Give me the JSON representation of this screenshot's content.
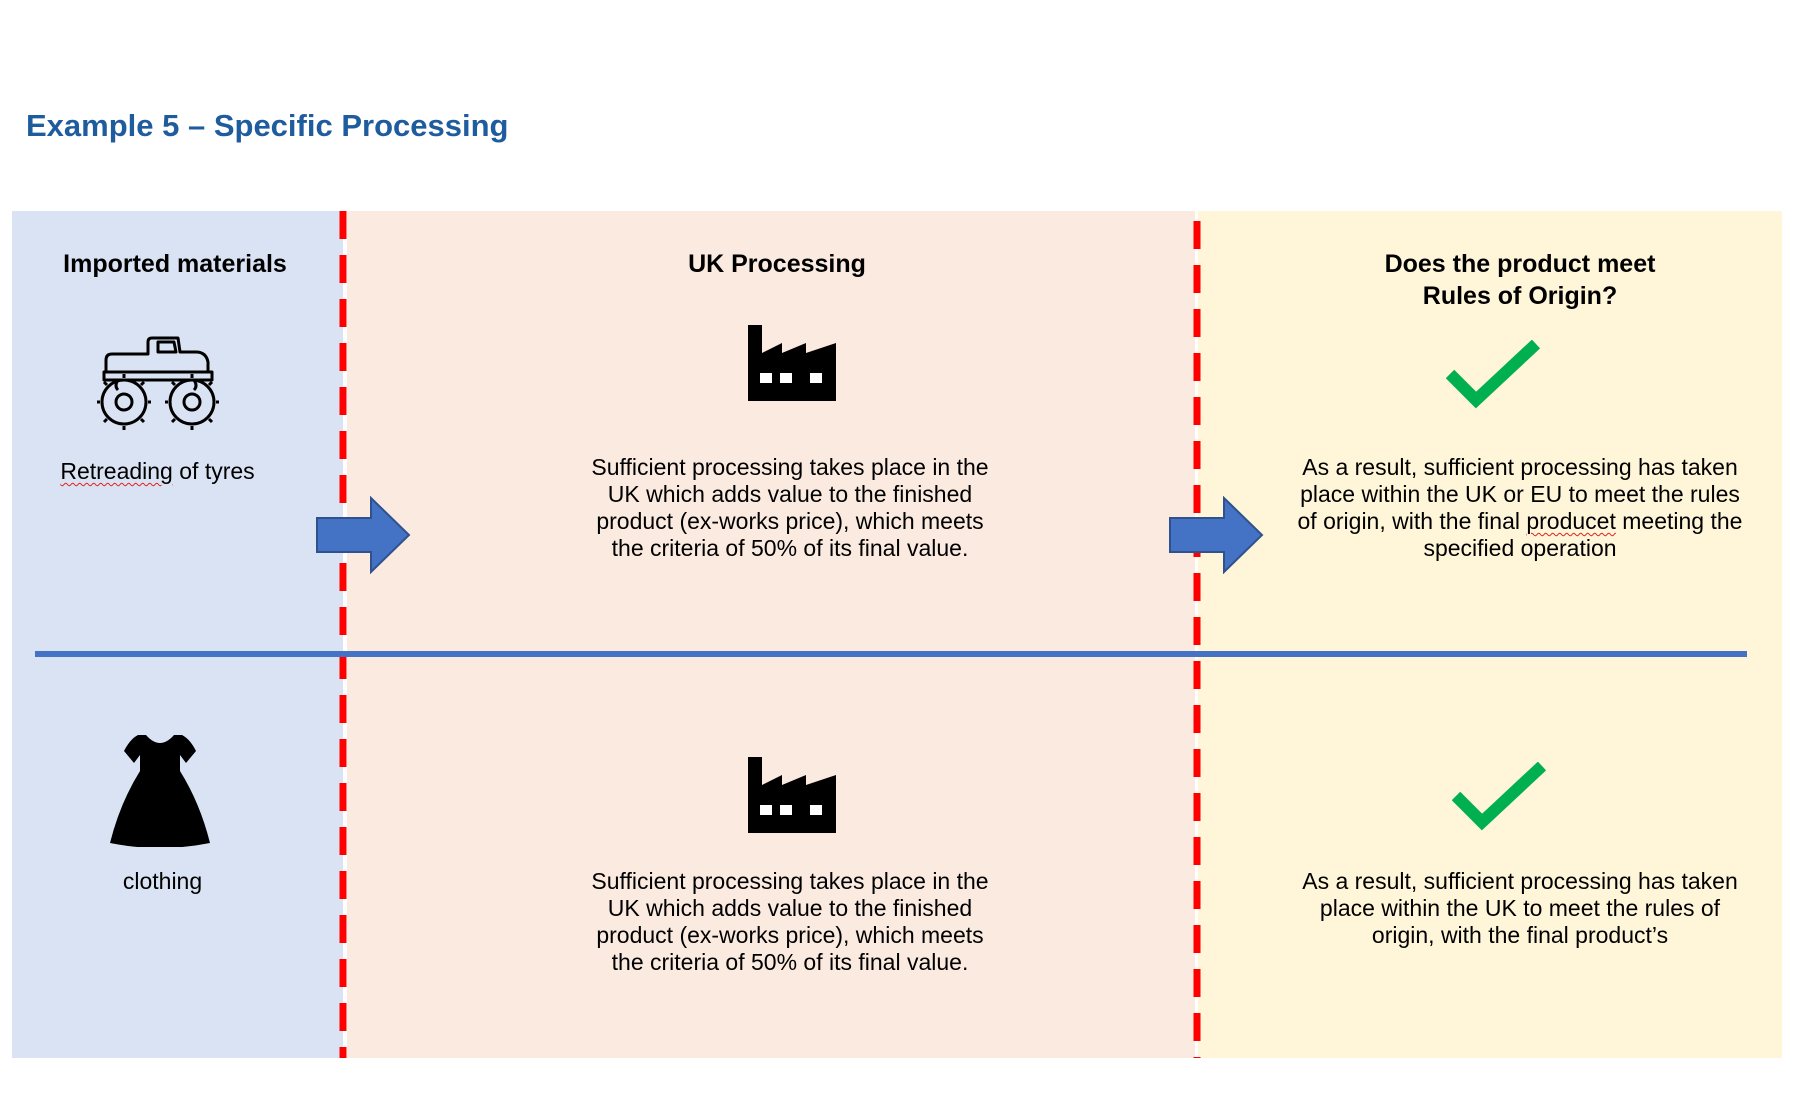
{
  "title": "Example 5 – Specific Processing",
  "colors": {
    "title": "#1f5c9e",
    "col_imported_bg": "#dae3f3",
    "col_processing_bg": "#fbeae0",
    "col_result_bg": "#fff5d9",
    "divider_dashed": "#ff0000",
    "row_separator": "#4472c4",
    "arrow_fill": "#4472c4",
    "check": "#00b050"
  },
  "columns": {
    "imported": {
      "heading": "Imported materials"
    },
    "processing": {
      "heading": "UK Processing"
    },
    "result": {
      "heading_line1": "Does the product meet",
      "heading_line2": "Rules of Origin?"
    }
  },
  "rows": [
    {
      "material_icon": "monster-truck-icon",
      "material_label_part1": "Retreading",
      "material_label_part2": " of tyres",
      "processing_icon": "factory-icon",
      "processing_text": "Sufficient processing takes place in the UK which adds value to the finished product (ex-works price), which meets the criteria of 50% of its final value.",
      "result_icon": "checkmark-icon",
      "result_text_part1": "As a result, sufficient processing has taken place within the UK or EU to meet the rules of origin, with the final ",
      "result_text_misspelled": "producet",
      "result_text_part2": " meeting the specified operation"
    },
    {
      "material_icon": "dress-icon",
      "material_label": "clothing",
      "processing_icon": "factory-icon",
      "processing_text": "Sufficient processing takes place in the UK which adds value to the finished product (ex-works price), which meets the criteria of 50% of its final value.",
      "result_icon": "checkmark-icon",
      "result_text": "As a result, sufficient processing has taken place within the UK to meet the rules of origin, with the final product’s"
    }
  ]
}
